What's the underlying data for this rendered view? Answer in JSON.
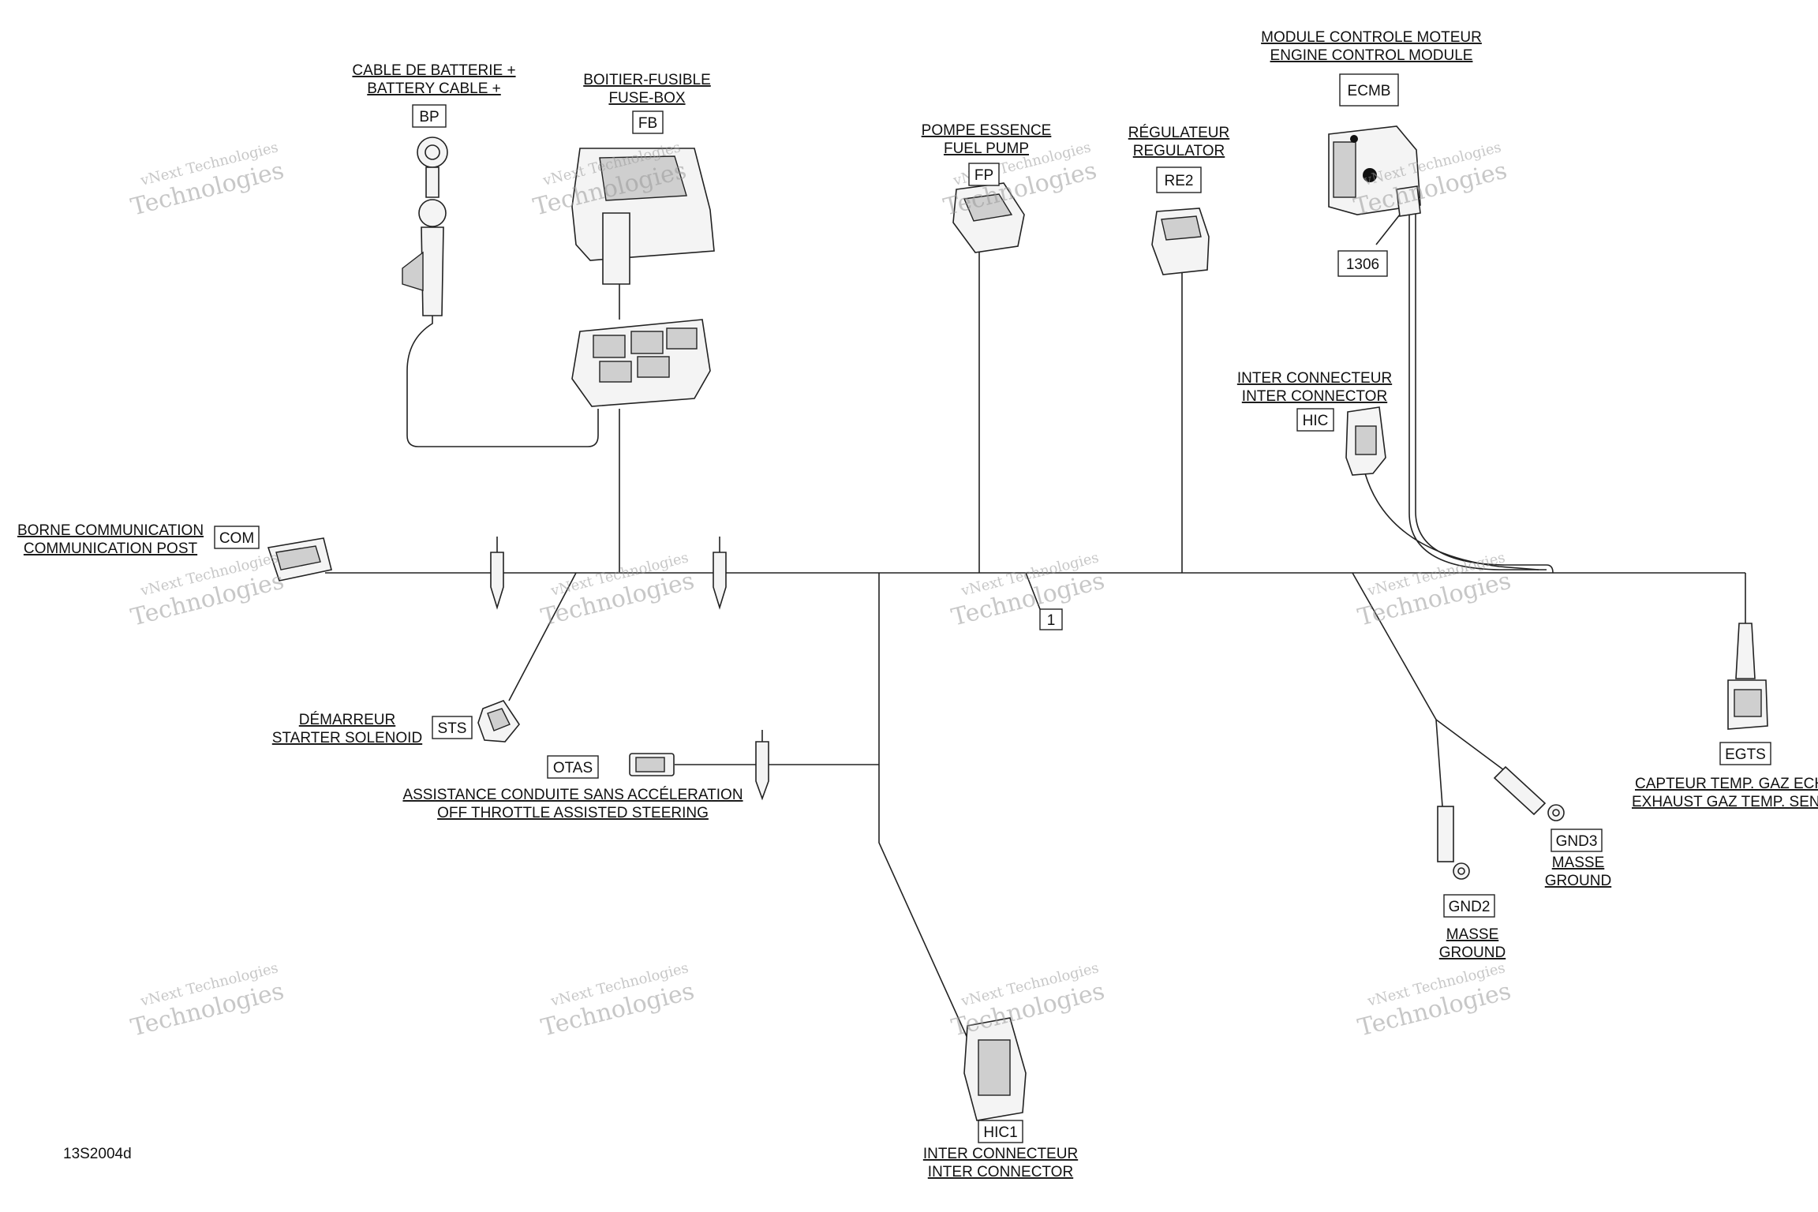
{
  "diagram_code": "13S2004d",
  "watermark": {
    "line1": "vNext Technologies",
    "line2": "Technologies"
  },
  "components": {
    "bp": {
      "code": "BP",
      "fr": "CABLE DE BATTERIE +",
      "en": "BATTERY CABLE +"
    },
    "fb": {
      "code": "FB",
      "fr": "BOITIER-FUSIBLE",
      "en": "FUSE-BOX"
    },
    "fp": {
      "code": "FP",
      "fr": "POMPE ESSENCE",
      "en": "FUEL PUMP"
    },
    "re2": {
      "code": "RE2",
      "fr": "RÉGULATEUR",
      "en": "REGULATOR"
    },
    "ecmb": {
      "code": "ECMB",
      "fr": "MODULE CONTROLE MOTEUR",
      "en": "ENGINE CONTROL MODULE",
      "ref": "1306"
    },
    "hic": {
      "code": "HIC",
      "fr": "INTER CONNECTEUR",
      "en": "INTER CONNECTOR"
    },
    "com": {
      "code": "COM",
      "fr": "BORNE COMMUNICATION",
      "en": "COMMUNICATION POST"
    },
    "sts": {
      "code": "STS",
      "fr": "DÉMARREUR",
      "en": "STARTER SOLENOID"
    },
    "otas": {
      "code": "OTAS",
      "fr": "ASSISTANCE CONDUITE SANS ACCÉLERATION",
      "en": "OFF THROTTLE ASSISTED STEERING"
    },
    "hic1": {
      "code": "HIC1",
      "fr": "INTER CONNECTEUR",
      "en": "INTER CONNECTOR"
    },
    "gnd2": {
      "code": "GND2",
      "fr": "MASSE",
      "en": "GROUND"
    },
    "gnd3": {
      "code": "GND3",
      "fr": "MASSE",
      "en": "GROUND"
    },
    "egts": {
      "code": "EGTS",
      "fr": "CAPTEUR TEMP. GAZ ECH",
      "en": "EXHAUST GAZ TEMP. SEN"
    }
  },
  "callouts": {
    "splice": "1"
  }
}
